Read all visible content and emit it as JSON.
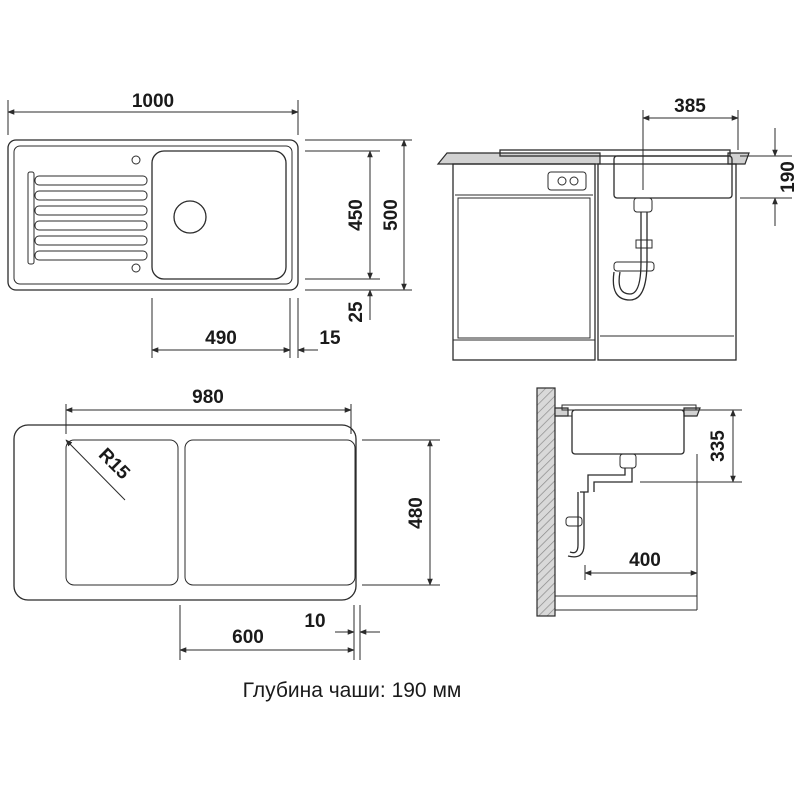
{
  "top_view": {
    "overall_width": "1000",
    "bowl_width": "490",
    "bowl_offset": "15",
    "bowl_length": "450",
    "overall_depth": "500",
    "rear_margin": "25"
  },
  "side_view": {
    "drain_offset": "385",
    "bowl_depth": "190"
  },
  "cutout": {
    "width": "980",
    "depth": "480",
    "corner_radius": "R15",
    "bowl_cutout_length": "600",
    "edge_offset": "10"
  },
  "installation": {
    "drain_height": "335",
    "cabinet_depth": "400"
  },
  "caption": "Глубина чаши: 190 мм",
  "colors": {
    "line": "#2b2b2b",
    "fill_gray": "#d2d2d2",
    "background": "#ffffff"
  }
}
